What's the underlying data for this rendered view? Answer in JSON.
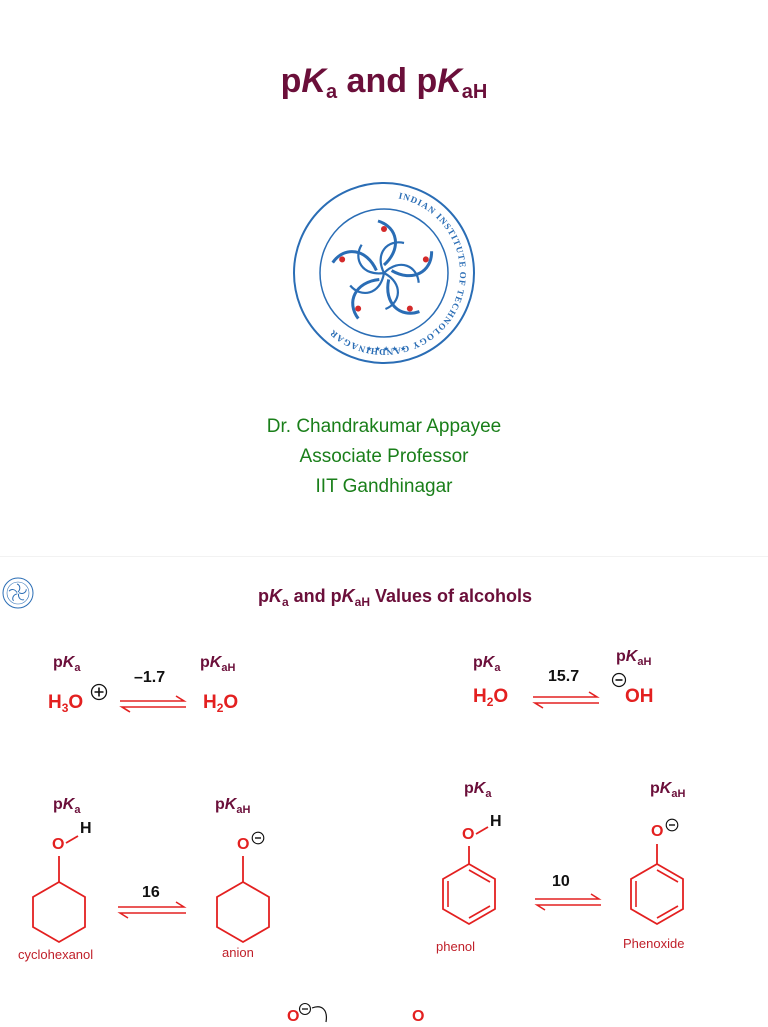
{
  "slide1": {
    "title": {
      "p1": "p",
      "k1": "K",
      "sub1": "a",
      "and": " and ",
      "p2": "p",
      "k2": "K",
      "sub2": "aH"
    },
    "logo": {
      "text": "INDIAN INSTITUTE OF TECHNOLOGY GANDHINAGAR",
      "color": "#2a6db5"
    },
    "author": {
      "name": "Dr. Chandrakumar Appayee",
      "position": "Associate Professor",
      "institution": "IIT Gandhinagar"
    }
  },
  "slide2": {
    "title": {
      "p1": "p",
      "k1": "K",
      "sub1": "a",
      "and": " and p",
      "k2": "K",
      "sub2": "aH",
      "rest": " Values of alcohols"
    },
    "labels": {
      "p": "p",
      "k": "K",
      "a": "a",
      "ah": "aH"
    },
    "eq1": {
      "acid_main": "H",
      "acid_sub": "3",
      "acid_end": "O",
      "charge": "+",
      "value": "–1.7",
      "base_main": "H",
      "base_sub": "2",
      "base_end": "O"
    },
    "eq2": {
      "acid_main": "H",
      "acid_sub": "2",
      "acid_end": "O",
      "value": "15.7",
      "charge": "−",
      "base": "OH"
    },
    "eq3": {
      "value": "16",
      "acid_caption": "cyclohexanol",
      "base_caption": "anion",
      "O": "O",
      "H": "H",
      "charge": "−"
    },
    "eq4": {
      "value": "10",
      "acid_caption": "phenol",
      "base_caption": "Phenoxide",
      "O": "O",
      "H": "H",
      "charge": "−"
    },
    "partial": {
      "O1": "O",
      "O2": "O"
    }
  },
  "colors": {
    "title": "#6b0f3a",
    "author": "#1a7f1a",
    "chem": "#e32020",
    "logo": "#2a6db5"
  }
}
